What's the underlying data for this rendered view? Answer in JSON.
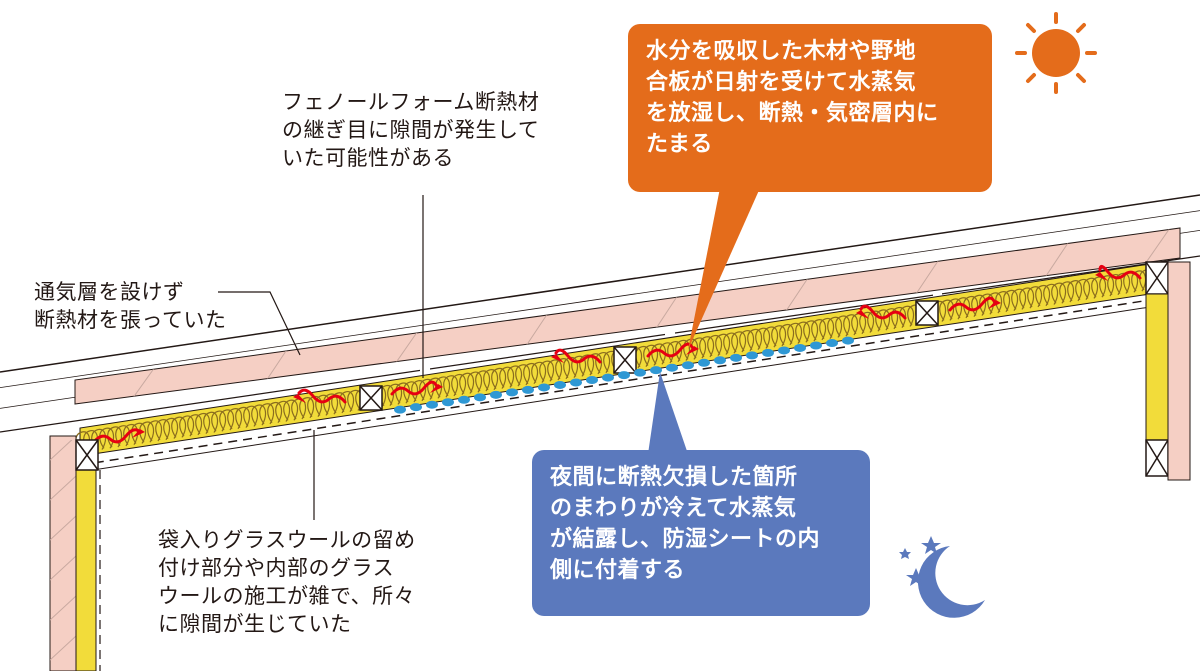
{
  "labels": {
    "ventilation": "通気層を設けず\n断熱材を張っていた",
    "phenolic": "フェノールフォーム断熱材\nの継ぎ目に隙間が発生して\nいた可能性がある",
    "glasswool": "袋入りグラスウールの留め\n付け部分や内部のグラス\nウールの施工が雑で、所々\nに隙間が生じていた"
  },
  "callouts": {
    "day": "水分を吸収した木材や野地\n合板が日射を受けて水蒸気\nを放湿し、断熱・気密層内に\nたまる",
    "night": "夜間に断熱欠損した箇所\nのまわりが冷えて水蒸気\nが結露し、防湿シートの内\n側に付着する"
  },
  "colors": {
    "day_callout": "#e46c1b",
    "night_callout": "#5b79bd",
    "phenolic_foam": "#f5cfc4",
    "glass_wool": "#f2dc3a",
    "condensation": "#2f98d4",
    "vapor_arrow": "#e60012"
  },
  "icons": [
    "sun-icon",
    "moon-icon",
    "star-icon"
  ]
}
